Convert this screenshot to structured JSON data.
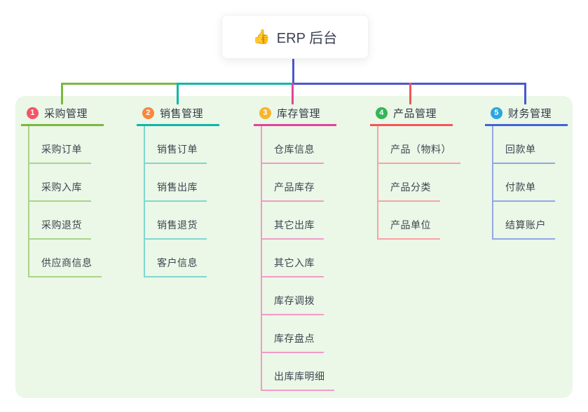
{
  "root": {
    "label": "ERP 后台",
    "icon": "thumbs-up-emoji",
    "icon_char": "👍"
  },
  "panel_color": "#ebf7e7",
  "connector_color": "#4b58d0",
  "branches": [
    {
      "badge": "1",
      "badge_color": "#f35568",
      "label": "采购管理",
      "color": "#7ab93f",
      "color_light": "#a9d488",
      "children": [
        "采购订单",
        "采购入库",
        "采购退货",
        "供应商信息"
      ]
    },
    {
      "badge": "2",
      "badge_color": "#f7883f",
      "label": "销售管理",
      "color": "#10b6ab",
      "color_light": "#82d6cf",
      "children": [
        "销售订单",
        "销售出库",
        "销售退货",
        "客户信息"
      ]
    },
    {
      "badge": "3",
      "badge_color": "#f7b52c",
      "label": "库存管理",
      "color": "#e2439b",
      "color_light": "#f19bc8",
      "children": [
        "仓库信息",
        "产品库存",
        "其它出库",
        "其它入库",
        "库存调拨",
        "库存盘点",
        "出库库明细"
      ]
    },
    {
      "badge": "4",
      "badge_color": "#35b558",
      "label": "产品管理",
      "color": "#f25658",
      "color_light": "#f8a3a4",
      "children": [
        "产品（物料）",
        "产品分类",
        "产品单位"
      ]
    },
    {
      "badge": "5",
      "badge_color": "#2ba6e0",
      "label": "财务管理",
      "color": "#4362d3",
      "color_light": "#93a7e4",
      "children": [
        "回款单",
        "付款单",
        "结算账户"
      ]
    }
  ]
}
